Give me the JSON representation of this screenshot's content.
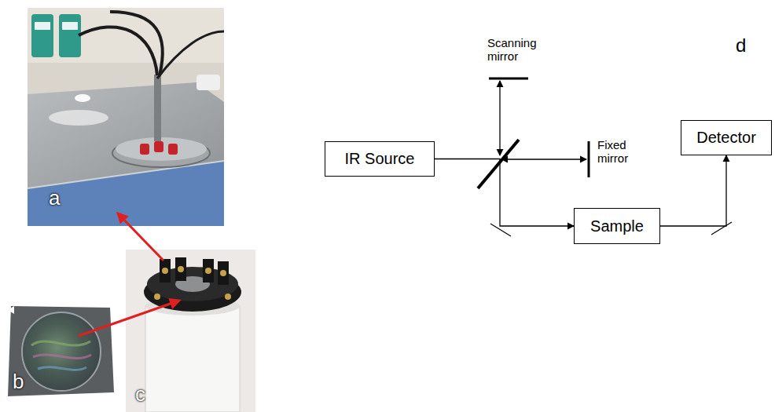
{
  "diagram": {
    "nodes": [
      {
        "text": [
          "IR Source"
        ]
      },
      {
        "text": [
          "Detector"
        ]
      },
      {
        "text": [
          "Sample"
        ]
      }
    ],
    "edges": [
      {
        "from": 0,
        "to": 2,
        "arrow": "to"
      },
      {
        "from": 2,
        "to": 1,
        "arrow": "to"
      }
    ],
    "labels": [
      "a",
      "b",
      "c",
      "d",
      "Scanning mirror",
      "Fixed mirror"
    ]
  }
}
